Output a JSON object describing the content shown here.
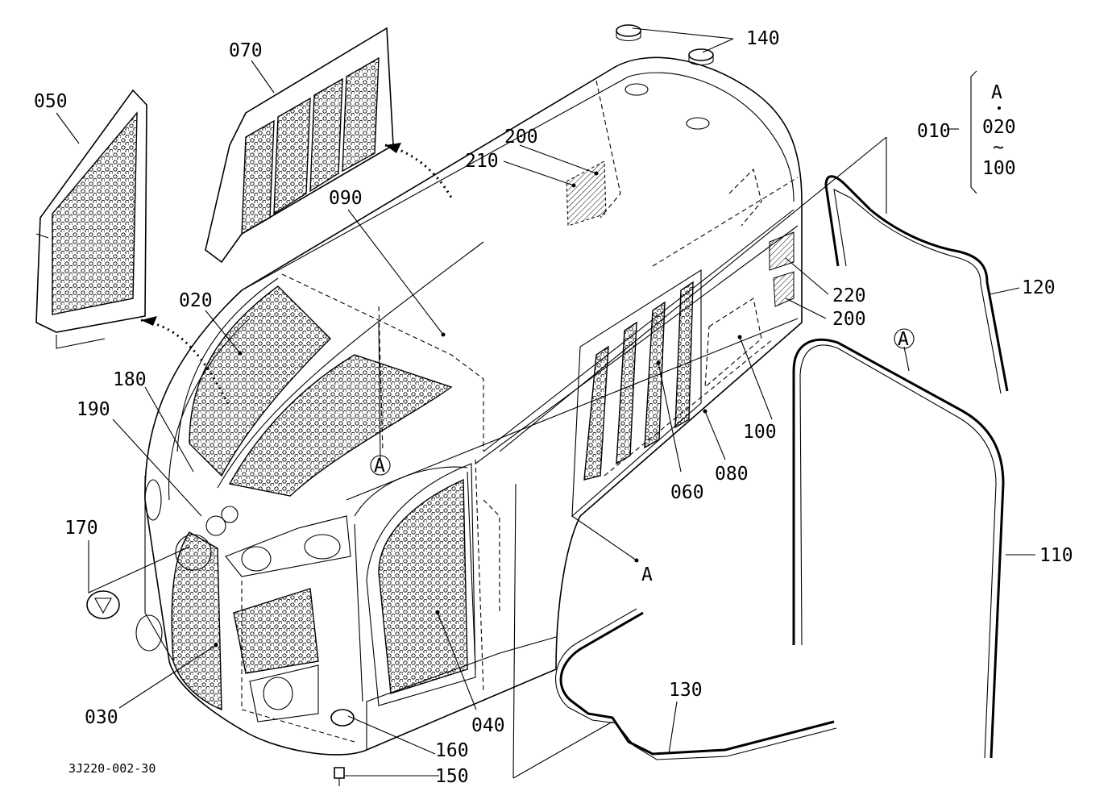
{
  "diagram": {
    "drawing_number": "3J220-002-30",
    "callouts": [
      {
        "id": "010",
        "text": "010"
      },
      {
        "id": "020",
        "text": "020"
      },
      {
        "id": "030",
        "text": "030"
      },
      {
        "id": "040",
        "text": "040"
      },
      {
        "id": "050",
        "text": "050"
      },
      {
        "id": "060",
        "text": "060"
      },
      {
        "id": "070",
        "text": "070"
      },
      {
        "id": "080",
        "text": "080"
      },
      {
        "id": "090",
        "text": "090"
      },
      {
        "id": "100",
        "text": "100"
      },
      {
        "id": "110",
        "text": "110"
      },
      {
        "id": "120",
        "text": "120"
      },
      {
        "id": "130",
        "text": "130"
      },
      {
        "id": "140",
        "text": "140"
      },
      {
        "id": "150",
        "text": "150"
      },
      {
        "id": "160",
        "text": "160"
      },
      {
        "id": "170",
        "text": "170"
      },
      {
        "id": "180",
        "text": "180"
      },
      {
        "id": "190",
        "text": "190"
      },
      {
        "id": "200a",
        "text": "200"
      },
      {
        "id": "200b",
        "text": "200"
      },
      {
        "id": "210",
        "text": "210"
      },
      {
        "id": "220",
        "text": "220"
      }
    ],
    "assembly_bracket": {
      "top": "A",
      "middle": "020",
      "tilde": "~",
      "bottom": "100"
    },
    "reference_marks": [
      {
        "id": "circle-a-1",
        "text": "A"
      },
      {
        "id": "circle-a-2",
        "text": "A"
      },
      {
        "id": "point-a",
        "text": "A"
      }
    ]
  }
}
